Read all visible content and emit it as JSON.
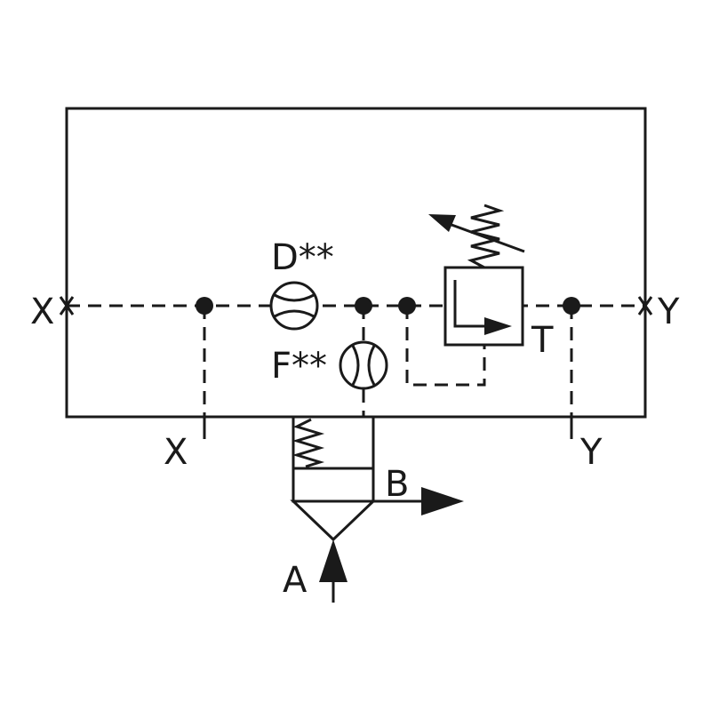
{
  "labels": {
    "x_left": "X",
    "y_right": "Y",
    "x_bottom": "X",
    "y_bottom": "Y",
    "d": "D**",
    "f": "F**",
    "t": "T",
    "a": "A",
    "b": "B"
  },
  "colors": {
    "line": "#1a1a1a",
    "background": "#ffffff"
  }
}
